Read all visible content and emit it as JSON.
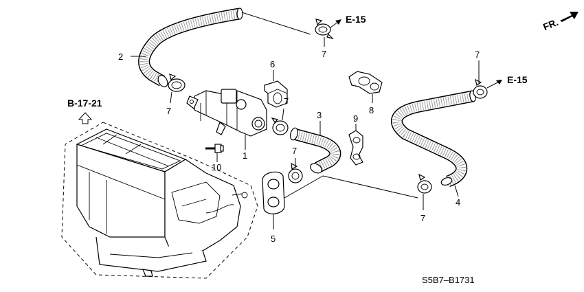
{
  "diagram": {
    "code": "S5B7–B1731",
    "orientation_label": "FR.",
    "ref_page_label": "B-17-21",
    "callouts": {
      "c1": "1",
      "c2": "2",
      "c3": "3",
      "c4": "4",
      "c5": "5",
      "c6": "6",
      "c7a": "7",
      "c7b": "7",
      "c7c": "7",
      "c7d": "7",
      "c7e": "7",
      "c7f": "7",
      "c8": "8",
      "c9": "9",
      "c10": "10"
    },
    "refs": {
      "e15_top": "E-15",
      "e15_right": "E-15"
    }
  }
}
